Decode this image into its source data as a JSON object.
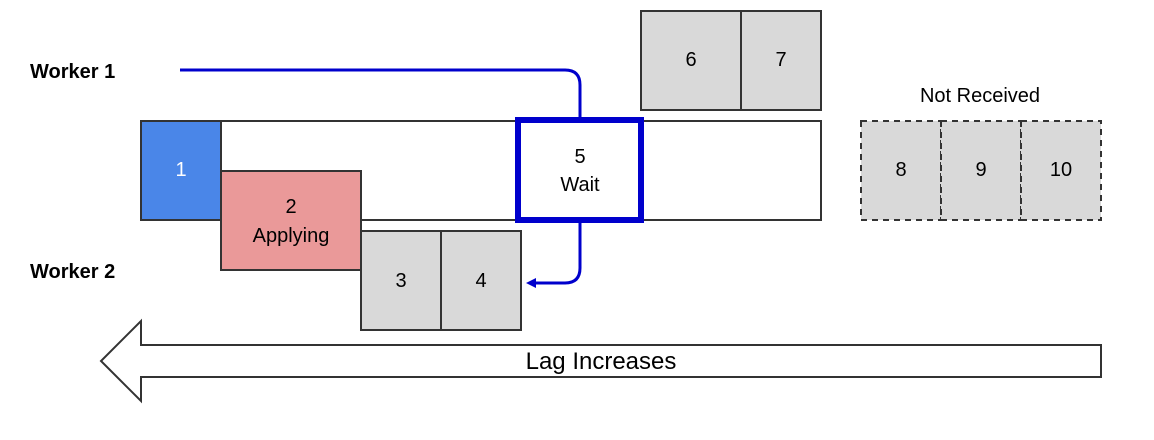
{
  "colors": {
    "blue_fill": "#4a86e8",
    "red_fill": "#ea9999",
    "gray_fill": "#d9d9d9",
    "line_blue": "#0000cc",
    "stroke": "#333333",
    "background": "#ffffff"
  },
  "workers": {
    "worker1_label": "Worker 1",
    "worker2_label": "Worker 2"
  },
  "blocks": {
    "b1": "1",
    "b2_num": "2",
    "b2_state": "Applying",
    "b3": "3",
    "b4": "4",
    "b5_num": "5",
    "b5_state": "Wait",
    "b6": "6",
    "b7": "7",
    "b8": "8",
    "b9": "9",
    "b10": "10"
  },
  "not_received_label": "Not Received",
  "lag_arrow_label": "Lag Increases"
}
